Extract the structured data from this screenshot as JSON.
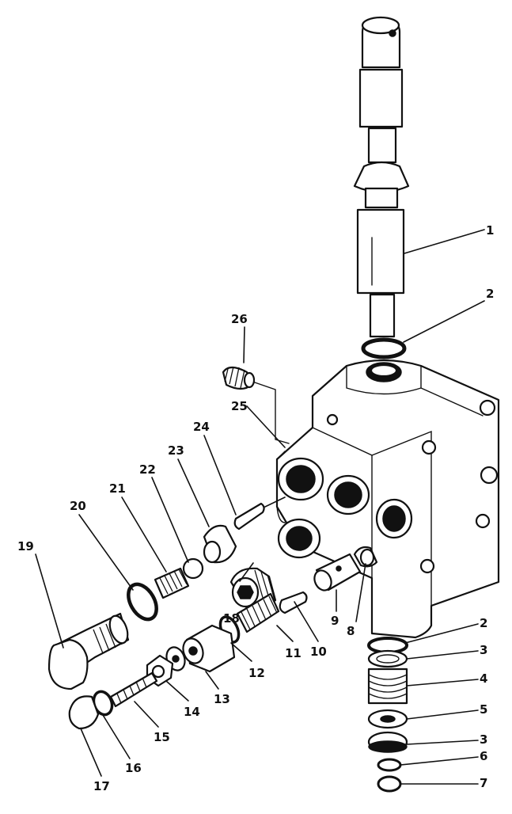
{
  "callouts": [
    "1",
    "2",
    "2",
    "3",
    "3",
    "4",
    "5",
    "6",
    "7",
    "8",
    "9",
    "10",
    "11",
    "12",
    "13",
    "14",
    "15",
    "16",
    "17",
    "18",
    "19",
    "20",
    "21",
    "22",
    "23",
    "24",
    "25",
    "26"
  ],
  "colors": {
    "ink": "#111111",
    "paper": "#ffffff"
  }
}
